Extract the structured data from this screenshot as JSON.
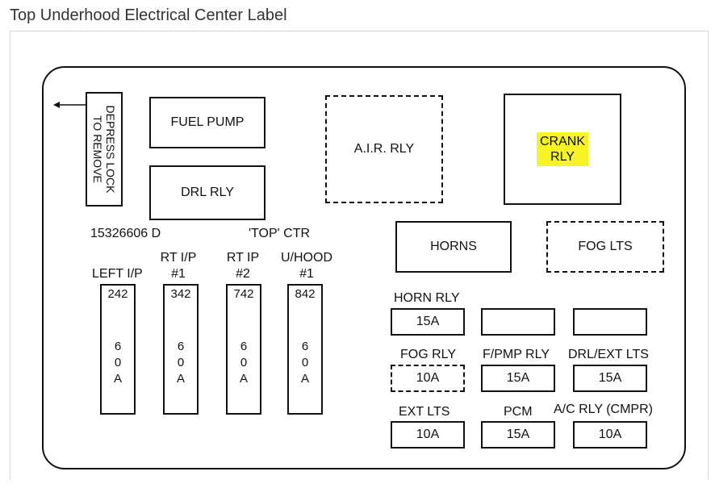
{
  "caption": "Top Underhood Electrical Center Label",
  "side_label": {
    "line1": "DEPRESS LOCK",
    "line2": "TO REMOVE"
  },
  "relays": {
    "fuel_pump": "FUEL PUMP",
    "drl_rly": "DRL RLY",
    "air_rly": "A.I.R. RLY",
    "crank_rly_line1": "CRANK",
    "crank_rly_line2": "RLY",
    "horns": "HORNS",
    "fog_lts": "FOG LTS"
  },
  "part_number": "15326606 D",
  "top_ctr": "'TOP'  CTR",
  "maxi_fuses": [
    {
      "label1": "LEFT I/P",
      "label2": "",
      "number": "242",
      "a1": "6",
      "a2": "0",
      "a3": "A"
    },
    {
      "label1": "RT I/P",
      "label2": "#1",
      "number": "342",
      "a1": "6",
      "a2": "0",
      "a3": "A"
    },
    {
      "label1": "RT IP",
      "label2": "#2",
      "number": "742",
      "a1": "6",
      "a2": "0",
      "a3": "A"
    },
    {
      "label1": "U/HOOD",
      "label2": "#1",
      "number": "842",
      "a1": "6",
      "a2": "0",
      "a3": "A"
    }
  ],
  "mini_fuses": {
    "horn_rly_label": "HORN RLY",
    "horn_rly_value": "15A",
    "fog_rly_label": "FOG RLY",
    "fog_rly_value": "10A",
    "fpmp_rly_label": "F/PMP RLY",
    "fpmp_rly_value": "15A",
    "drl_ext_label": "DRL/EXT LTS",
    "drl_ext_value": "15A",
    "ext_lts_label": "EXT LTS",
    "ext_lts_value": "10A",
    "pcm_label": "PCM",
    "pcm_value": "15A",
    "ac_rly_label": "A/C RLY (CMPR)",
    "ac_rly_value": "10A"
  },
  "colors": {
    "highlight": "#f6f327",
    "line": "#111111"
  }
}
